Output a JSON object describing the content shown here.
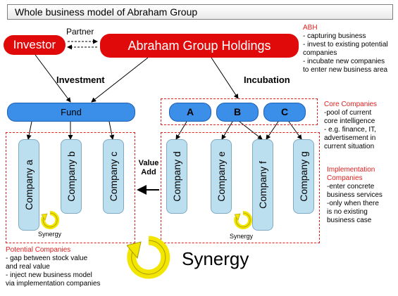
{
  "title": "Whole business model of Abraham Group",
  "investor": "Investor",
  "partner": "Partner",
  "holdings": "Abraham Group Holdings",
  "investment": "Investment",
  "incubation": "Incubation",
  "fund": "Fund",
  "core": [
    "A",
    "B",
    "C"
  ],
  "companies_left": [
    "Company a",
    "Company b",
    "Company c"
  ],
  "companies_right": [
    "Company d",
    "Company e",
    "Company f",
    "Company g"
  ],
  "value_add": "Value\nAdd",
  "synergy_small": "Synergy",
  "synergy_big": "Synergy",
  "abh": {
    "heading": "ABH",
    "lines": [
      "- capturing business",
      "- invest to existing potential",
      "companies",
      "- incubate new companies",
      "to enter new business area"
    ]
  },
  "core_note": {
    "heading": "Core Companies",
    "lines": [
      "-pool of current",
      "core intelligence",
      "- e.g. finance, IT,",
      "advertisement in",
      "current situation"
    ]
  },
  "impl_note": {
    "heading": "Implementation",
    "heading2": "Companies",
    "lines": [
      "-enter concrete",
      "business services",
      "-only when there",
      "is no existing",
      "business case"
    ]
  },
  "potential_note": {
    "heading": "Potential Companies",
    "lines": [
      "- gap between stock value",
      "and real value",
      "- inject new business model",
      "via implementation companies"
    ]
  },
  "colors": {
    "red": "#e10a0a",
    "blue": "#3c8fe8",
    "light_blue": "#bcdff0",
    "yellow": "#ffee00"
  }
}
